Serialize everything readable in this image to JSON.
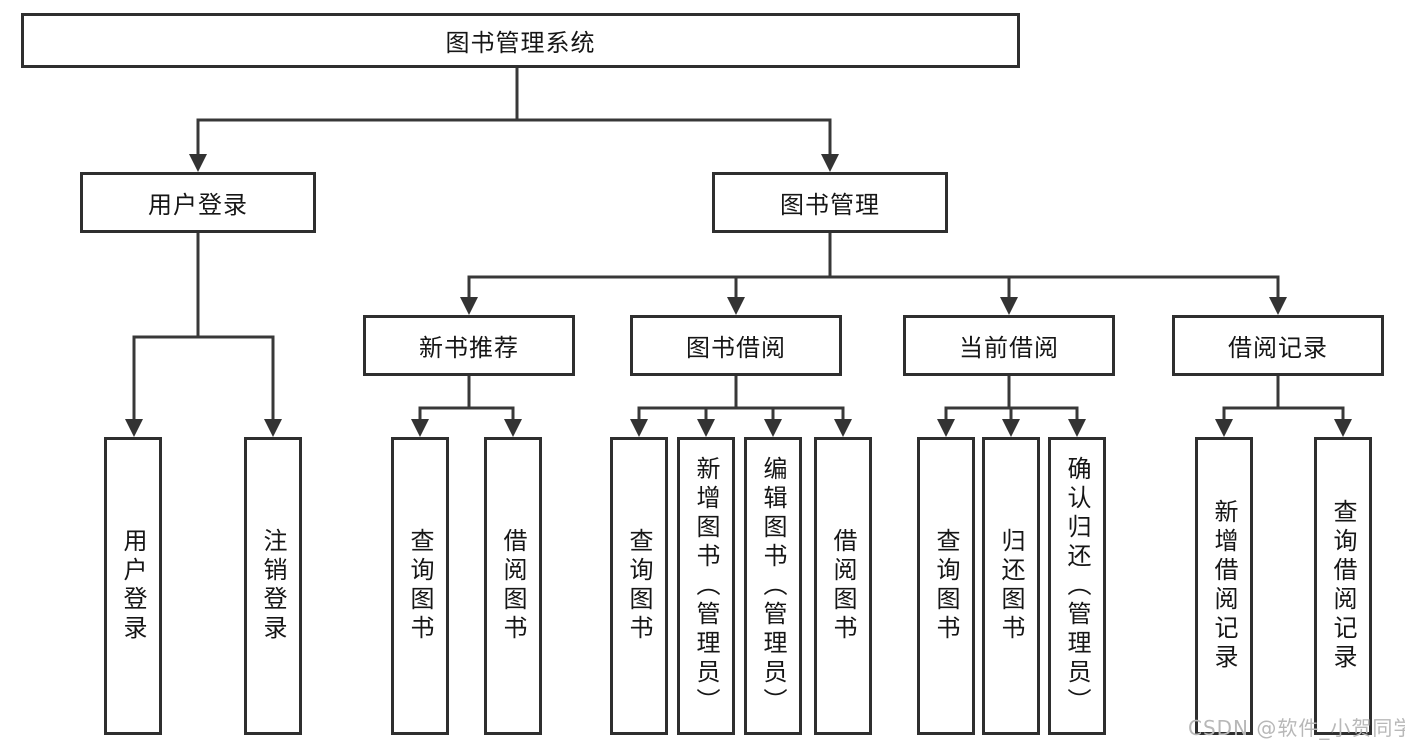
{
  "diagram": {
    "root": {
      "label": "图书管理系统"
    },
    "branches": {
      "user_login": {
        "label": "用户登录"
      },
      "book_management": {
        "label": "图书管理"
      }
    },
    "modules": {
      "new_book_recommend": {
        "label": "新书推荐"
      },
      "book_borrow": {
        "label": "图书借阅"
      },
      "current_borrow": {
        "label": "当前借阅"
      },
      "borrow_records": {
        "label": "借阅记录"
      }
    },
    "leaves": {
      "user_login": {
        "label": "用户登录"
      },
      "logout": {
        "label": "注销登录"
      },
      "nb_query_books": {
        "label": "查询图书"
      },
      "nb_borrow_books": {
        "label": "借阅图书"
      },
      "bb_query_books": {
        "label": "查询图书"
      },
      "bb_add_books": {
        "label": "新增图书（管理员）"
      },
      "bb_edit_books": {
        "label": "编辑图书（管理员）"
      },
      "bb_borrow_books": {
        "label": "借阅图书"
      },
      "cb_query_books": {
        "label": "查询图书"
      },
      "cb_return_books": {
        "label": "归还图书"
      },
      "cb_confirm_return": {
        "label": "确认归还（管理员）"
      },
      "br_add_record": {
        "label": "新增借阅记录"
      },
      "br_query_record": {
        "label": "查询借阅记录"
      }
    }
  },
  "watermark": {
    "text": "CSDN @软件_小贺同学"
  },
  "colors": {
    "background": "#ffffff",
    "box_border": "#2f2f2f",
    "connector_line": "#383838",
    "arrow_fill": "#333333",
    "text": "#161616",
    "watermark_text": "#b8b8b8"
  }
}
